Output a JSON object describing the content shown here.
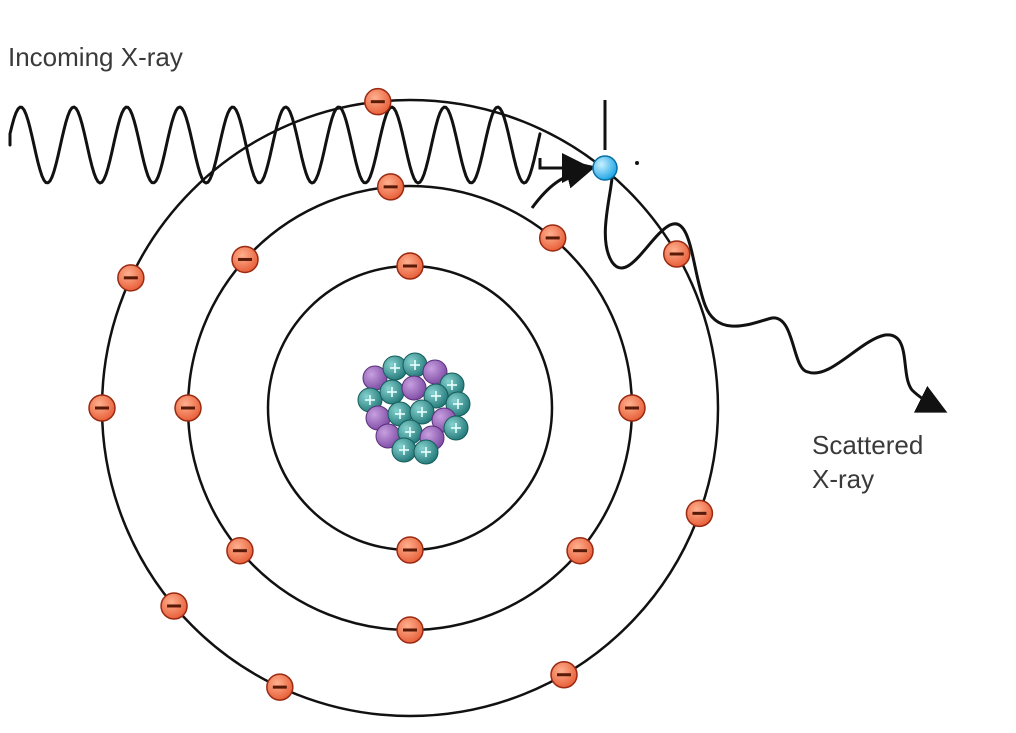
{
  "labels": {
    "incoming": "Incoming X-ray",
    "scattered_line1": "Scattered",
    "scattered_line2": "X-ray"
  },
  "colors": {
    "electron_fill": "#e8603a",
    "electron_stroke": "#9a2a12",
    "ejected_electron": "#29b6f6",
    "proton": "#8e5bb0",
    "neutron": "#2f8f8f",
    "line": "#111111"
  },
  "glyphs": {
    "electron_sign": "−",
    "proton_sign": "+"
  },
  "counts": {
    "shell_electrons": [
      2,
      8,
      8
    ]
  }
}
